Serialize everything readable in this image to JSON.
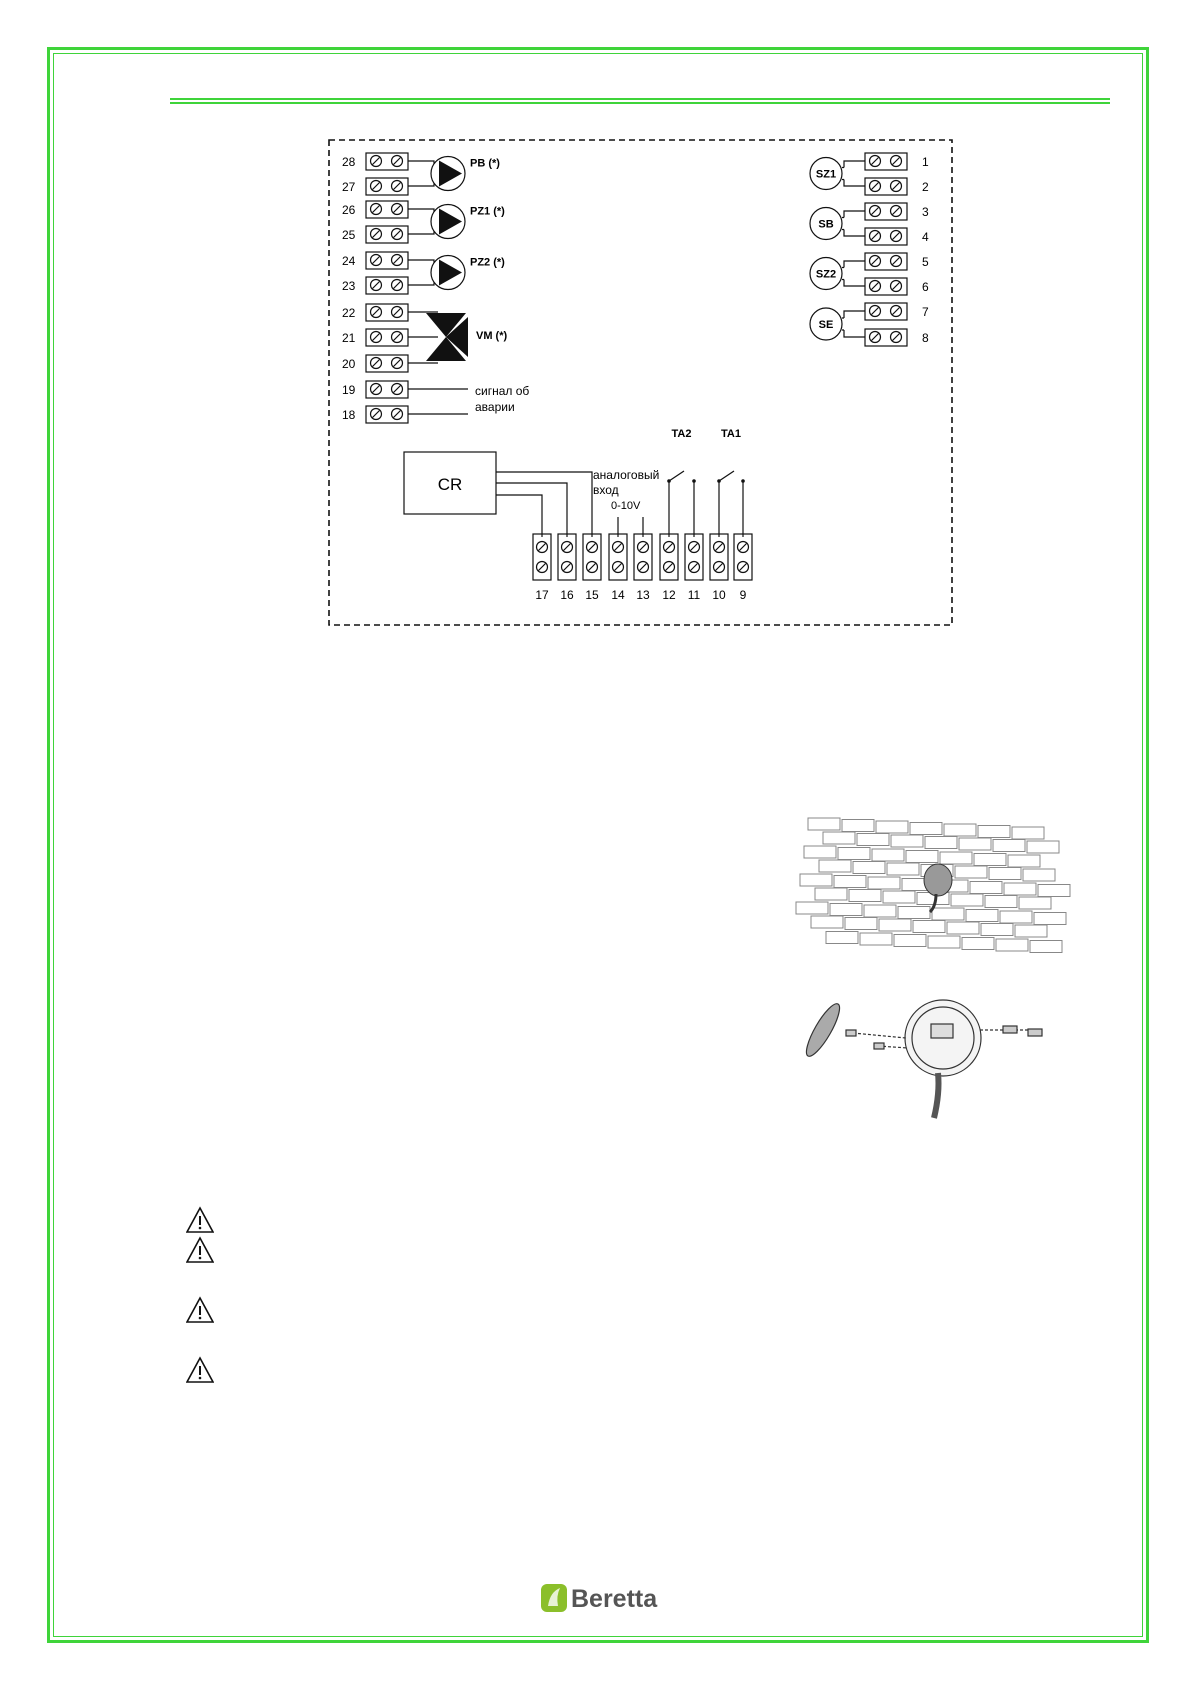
{
  "diagram": {
    "left_terminals": [
      "28",
      "27",
      "26",
      "25",
      "24",
      "23",
      "22",
      "21",
      "20",
      "19",
      "18"
    ],
    "right_terminals": [
      "1",
      "2",
      "3",
      "4",
      "5",
      "6",
      "7",
      "8"
    ],
    "bottom_terminals": [
      "17",
      "16",
      "15",
      "14",
      "13",
      "12",
      "11",
      "10",
      "9"
    ],
    "pumps": [
      "PB (*)",
      "PZ1 (*)",
      "PZ2 (*)"
    ],
    "valve": "VM (*)",
    "alarm_line1": "сигнал об",
    "alarm_line2": "аварии",
    "sensors": [
      "SZ1",
      "SB",
      "SZ2",
      "SE"
    ],
    "cr_label": "CR",
    "analog_line1": "аналоговый",
    "analog_line2": "вход",
    "voltage": "0-10V",
    "ta2": "TA2",
    "ta1": "TA1"
  },
  "footer": {
    "brand": "Beretta"
  },
  "colors": {
    "frame": "#3fd43a",
    "logo_green": "#8bbf2a"
  },
  "warnings": [
    "warning-icon",
    "warning-icon",
    "warning-icon",
    "warning-icon"
  ]
}
